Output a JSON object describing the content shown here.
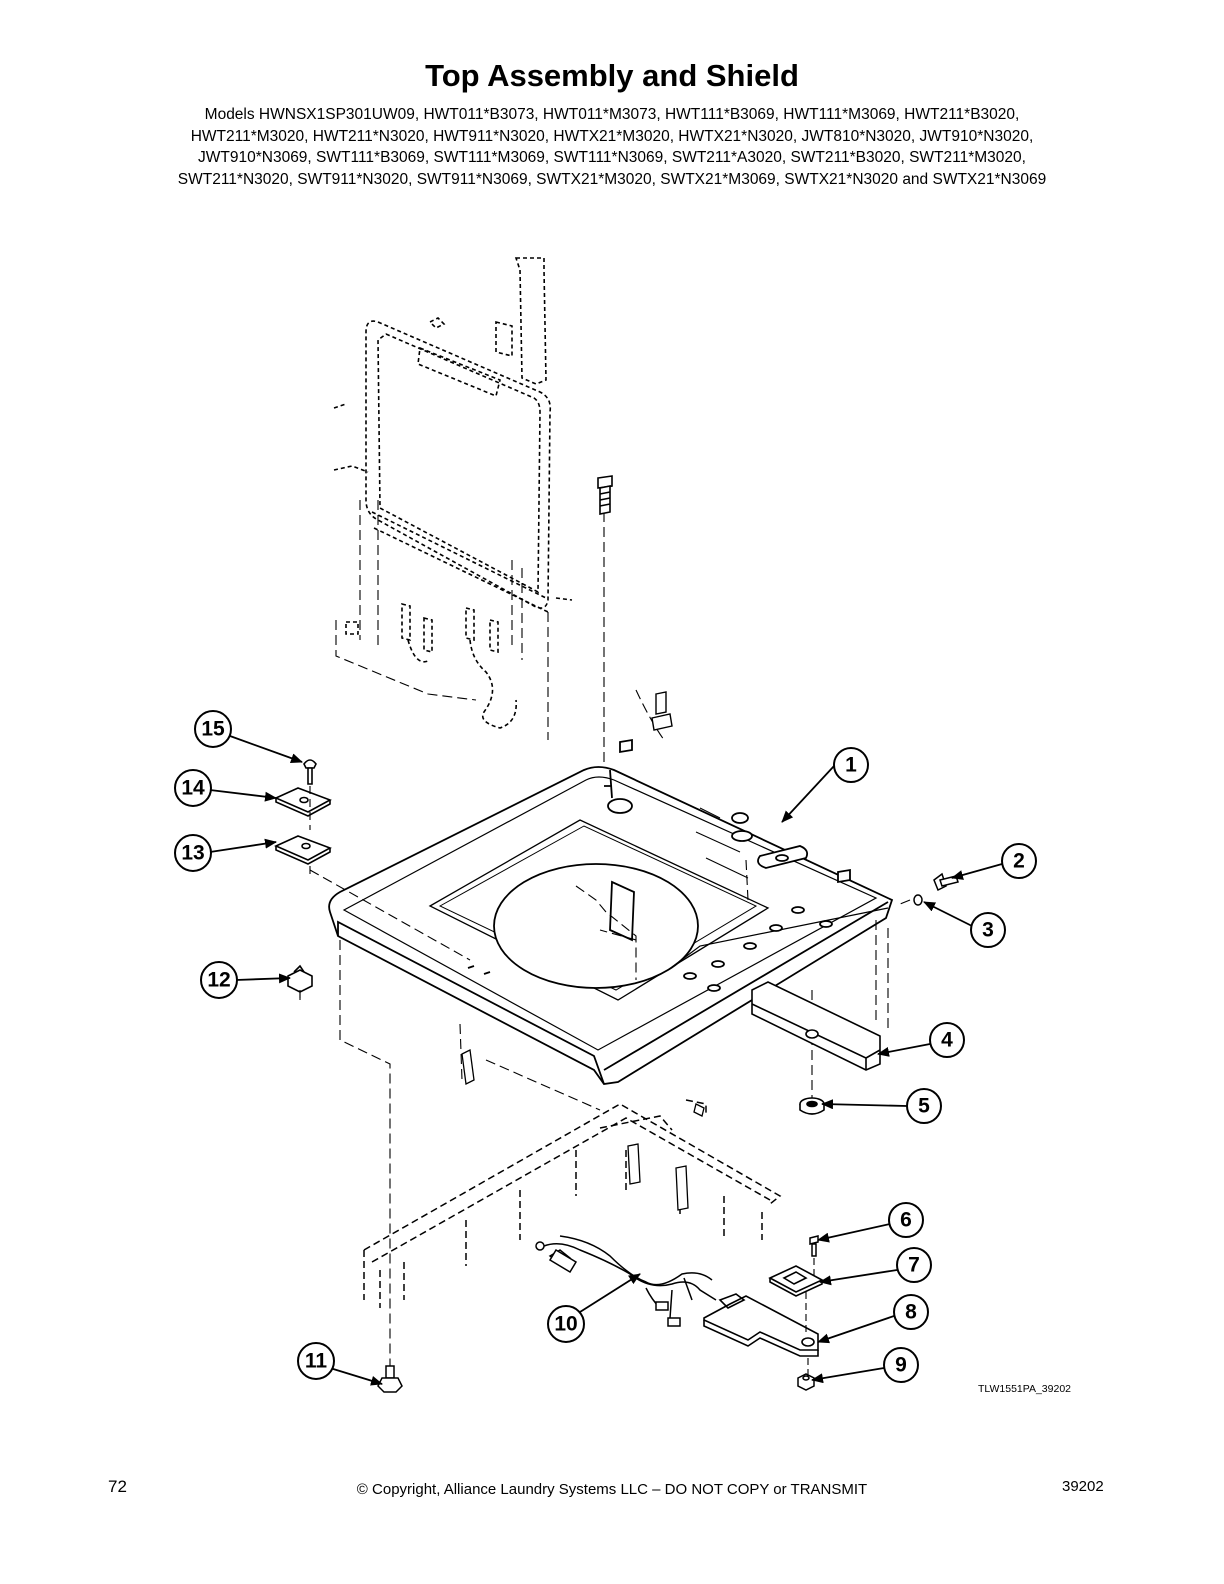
{
  "title": "Top Assembly and Shield",
  "models_lines": [
    "Models HWNSX1SP301UW09, HWT011*B3073, HWT011*M3073, HWT111*B3069, HWT111*M3069, HWT211*B3020,",
    "HWT211*M3020, HWT211*N3020, HWT911*N3020, HWTX21*M3020, HWTX21*N3020, JWT810*N3020, JWT910*N3020,",
    "JWT910*N3069, SWT111*B3069, SWT111*M3069, SWT111*N3069, SWT211*A3020, SWT211*B3020, SWT211*M3020,",
    "SWT211*N3020, SWT911*N3020, SWT911*N3069, SWTX21*M3020, SWTX21*M3069, SWTX21*N3020 and SWTX21*N3069"
  ],
  "callouts": {
    "c1": "1",
    "c2": "2",
    "c3": "3",
    "c4": "4",
    "c5": "5",
    "c6": "6",
    "c7": "7",
    "c8": "8",
    "c9": "9",
    "c10": "10",
    "c11": "11",
    "c12": "12",
    "c13": "13",
    "c14": "14",
    "c15": "15"
  },
  "figure_code": "TLW1551PA_39202",
  "footer": {
    "page_number": "72",
    "copyright": "© Copyright, Alliance Laundry Systems LLC – DO NOT COPY or TRANSMIT",
    "doc_number": "39202"
  }
}
